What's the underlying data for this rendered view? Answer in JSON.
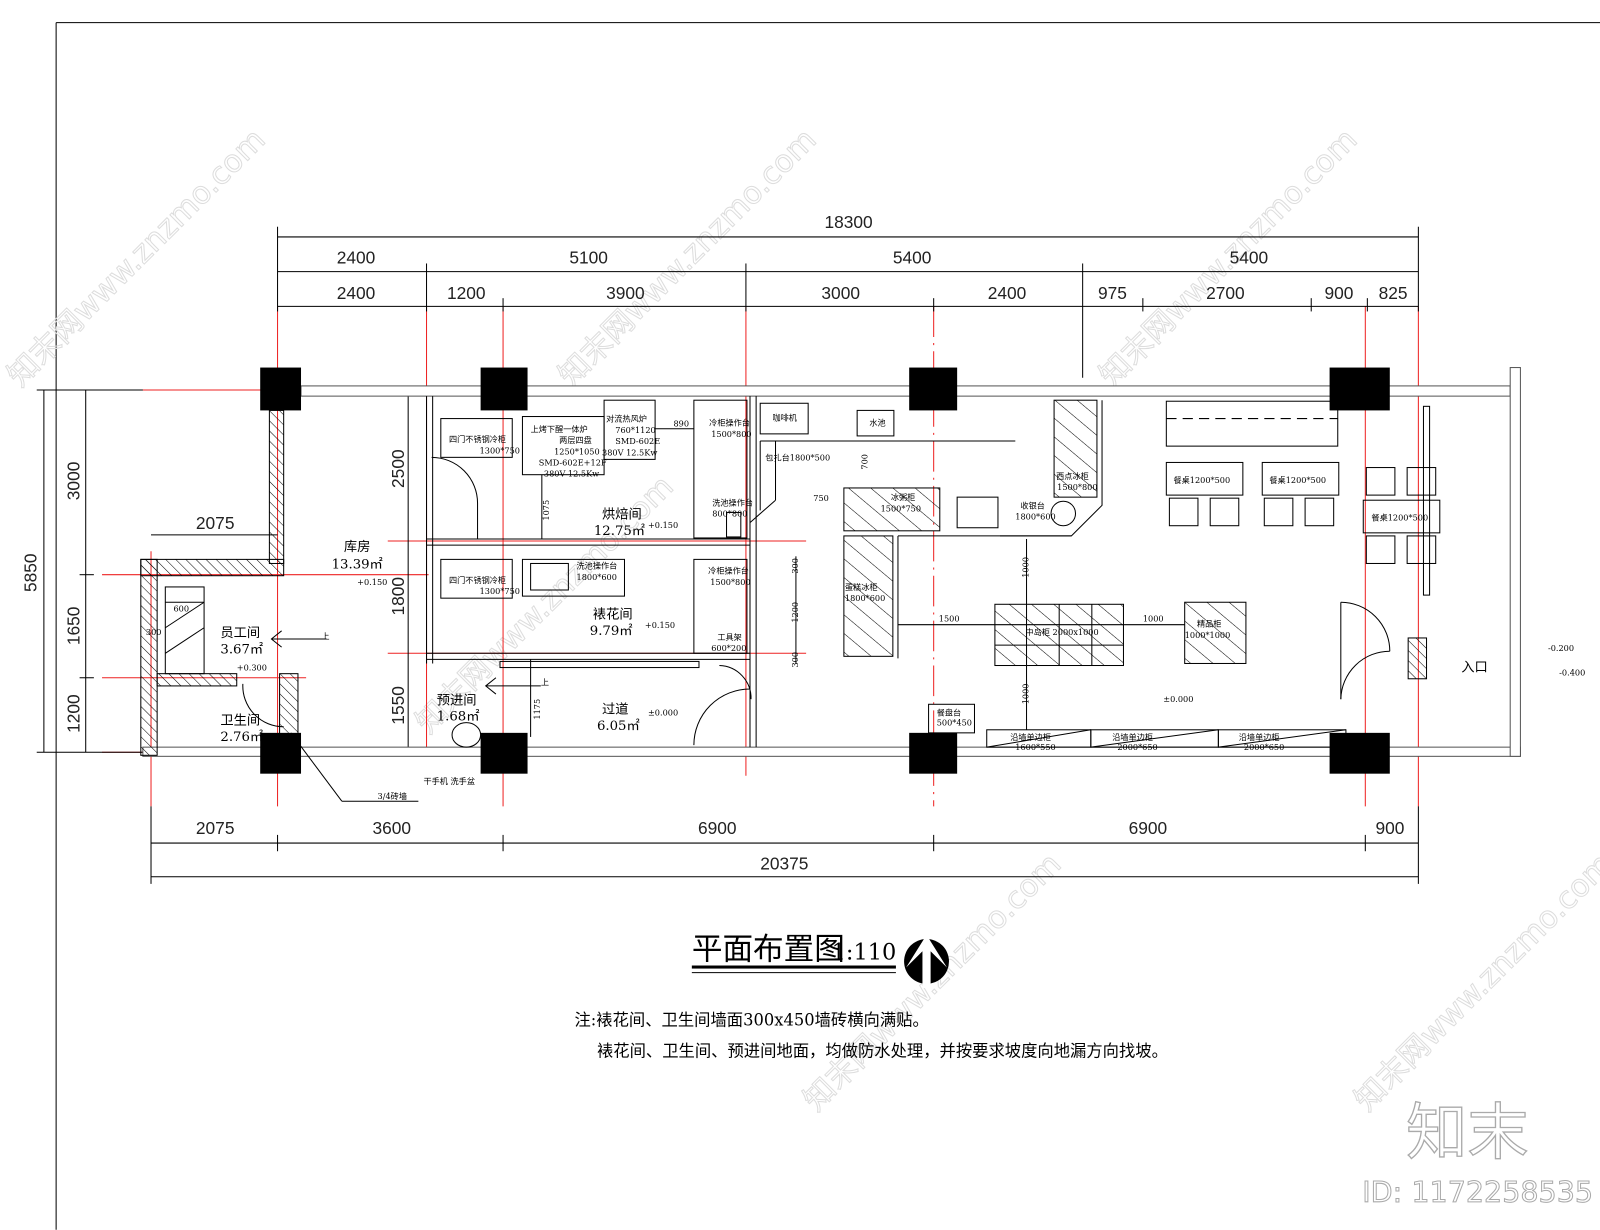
{
  "drawing": {
    "title": "平面布置图",
    "scale": "1:110",
    "notes": [
      "注:裱花间、卫生间墙面300x450墙砖横向满贴。",
      "裱花间、卫生间、预进间地面，均做防水处理，并按要求坡度向地漏方向找坡。"
    ]
  },
  "dimensions": {
    "top_total": "18300",
    "top_row1": [
      "2400",
      "5100",
      "5400",
      "5400"
    ],
    "top_row2": [
      "2400",
      "1200",
      "3900",
      "3000",
      "2400",
      "975",
      "2700",
      "900",
      "825"
    ],
    "bottom_row": [
      "2075",
      "3600",
      "6900",
      "6900",
      "900"
    ],
    "bottom_total": "20375",
    "left_total": "5850",
    "left_row": [
      "3000",
      "1650",
      "1200"
    ],
    "inner_vertical": [
      "2500",
      "1800",
      "1550"
    ],
    "left_wing": "2075",
    "locker_width": "600",
    "locker_gap": "300",
    "oven_gap": "890",
    "oven_clear": "1075",
    "corridor_clear": "1175",
    "pack_clear": "700",
    "pack_gap": "750",
    "cake_dims": [
      "300",
      "1200",
      "300"
    ],
    "island_top": "1000",
    "island_left": "1500",
    "island_right": "1000",
    "island_bottom": "1000"
  },
  "rooms": {
    "storage": {
      "name": "库房",
      "area": "13.39㎡",
      "level": "+0.150"
    },
    "bakery": {
      "name": "烘焙间",
      "area": "12.75㎡",
      "level": "+0.150"
    },
    "decor": {
      "name": "裱花间",
      "area": "9.79㎡",
      "level": "+0.150"
    },
    "corridor": {
      "name": "过道",
      "area": "6.05㎡",
      "level": "±0.000"
    },
    "anteroom": {
      "name": "预进间",
      "area": "1.68㎡"
    },
    "staff": {
      "name": "员工间",
      "area": "3.67㎡",
      "level": "+0.300"
    },
    "toilet": {
      "name": "卫生间",
      "area": "2.76㎡"
    },
    "shop_level": "±0.000",
    "entrance": "入口",
    "outside_levels": [
      "-0.200",
      "-0.400"
    ],
    "up": "上"
  },
  "equipment": {
    "fridge1": {
      "name": "四门不锈钢冷柜",
      "size": "1300*750"
    },
    "oven1": [
      "上烤下醒一体炉",
      "两层四盘",
      "1250*1050",
      "SMD-602E+12F",
      "380V 12.5Kw"
    ],
    "oven2": [
      "对流热风炉",
      "760*1120",
      "SMD-602E",
      "380V 12.5Kw"
    ],
    "cold_bench1": {
      "name": "冷柜操作台",
      "size": "1500*800"
    },
    "sink_bench1": {
      "name": "洗池操作台",
      "size": "800*800"
    },
    "fridge2": {
      "name": "四门不锈钢冷柜",
      "size": "1300*750"
    },
    "sink_bench2": {
      "name": "洗池操作台",
      "size": "1800*600"
    },
    "cold_bench2": {
      "name": "冷柜操作台",
      "size": "1500*800"
    },
    "tool_rack": {
      "name": "工具架",
      "size": "600*200"
    },
    "hand": "干手机 洗手盆",
    "brick_wall": "3/4砖墙",
    "coffee": "咖啡机",
    "sink": "水池",
    "pack": "包扎台1800*500",
    "porridge": {
      "name": "冰粥柜",
      "size": "1500*750"
    },
    "pastry": {
      "name": "西点冰柜",
      "size": "1500*800"
    },
    "cashier": {
      "name": "收银台",
      "size": "1800*600"
    },
    "cake": {
      "name": "蛋糕冰柜",
      "size": "1800*600"
    },
    "island": "中岛柜 2000x1000",
    "boutique": {
      "name": "精品柜",
      "size": "1000*1000"
    },
    "tray": {
      "name": "餐盘台",
      "size": "500*450"
    },
    "wall_cab1": {
      "name": "沿墙单边柜",
      "size": "1600*550"
    },
    "wall_cab2": {
      "name": "沿墙单边柜",
      "size": "2000*650"
    },
    "wall_cab3": {
      "name": "沿墙单边柜",
      "size": "2000*650"
    },
    "table": "餐桌1200*500"
  },
  "watermark": {
    "site": "知末网www.znzmo.com",
    "brand": "知末",
    "id": "ID: 1172258535"
  },
  "colors": {
    "axis": "#ee2222",
    "line": "#000000",
    "column": "#000000"
  }
}
